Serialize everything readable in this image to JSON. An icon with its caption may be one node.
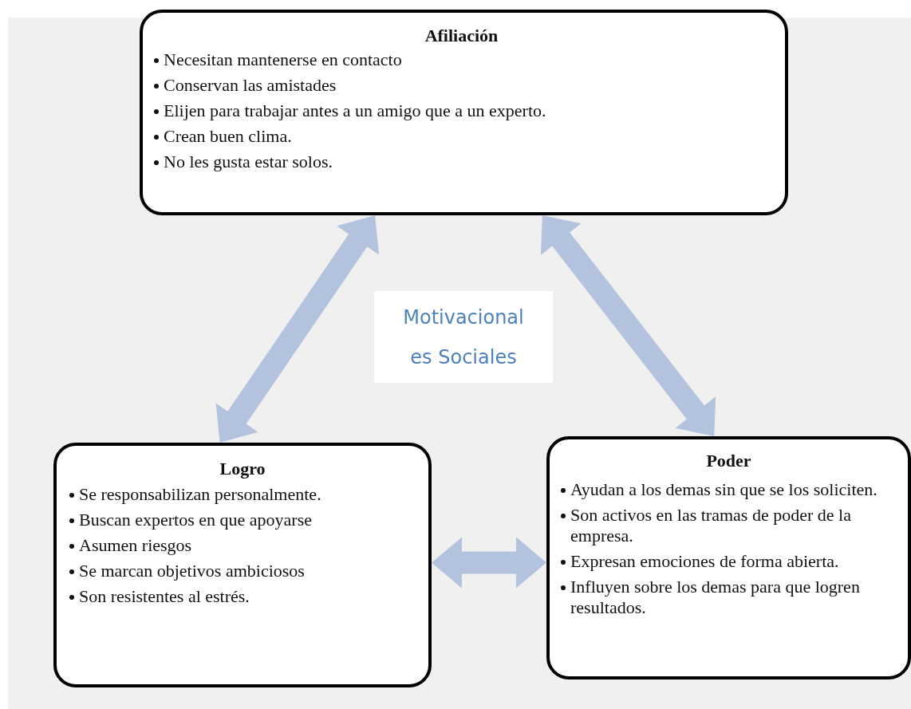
{
  "diagram": {
    "nodes": [
      {
        "text": [
          "Afiliación",
          "Necesitan mantenerse en contacto",
          "Conservan las amistades",
          "Elijen para trabajar antes a un amigo que a un experto.",
          "Crean buen clima.",
          "No les gusta estar solos."
        ]
      },
      {
        "text": [
          "Motivacionales Sociales"
        ]
      },
      {
        "text": [
          "Logro",
          "Se responsabilizan personalmente.",
          "Buscan expertos en que apoyarse",
          "Asumen riesgos",
          "Se marcan objetivos ambiciosos",
          "Son resistentes al estrés."
        ]
      },
      {
        "text": [
          "Poder",
          "Ayudan a los demas sin que se los soliciten.",
          "Son activos en las tramas de poder de la empresa.",
          "Expresan emociones de forma abierta.",
          "Influyen sobre los demas para que logren resultados."
        ]
      }
    ],
    "edges": [
      {
        "from": 2,
        "to": 0,
        "arrow": "both"
      },
      {
        "from": 0,
        "to": 3,
        "arrow": "both"
      },
      {
        "from": 2,
        "to": 3,
        "arrow": "both"
      }
    ]
  }
}
